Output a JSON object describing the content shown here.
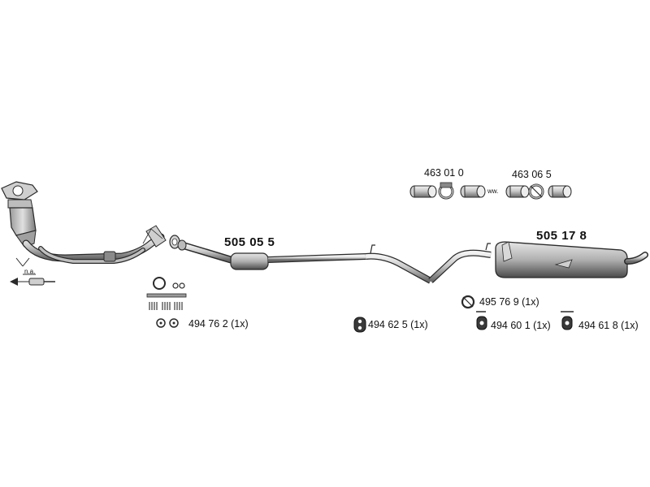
{
  "parts": {
    "main_mid": "505 05 5",
    "main_rear": "505 17 8",
    "clamp_a": "463 01 0",
    "clamp_b": "463 06 5",
    "mount_kit": "494 76 2 (1x)",
    "rubber_mid": "494 62 5 (1x)",
    "clamp_rear": "495 76 9 (1x)",
    "rubber_rear_a": "494 60 1 (1x)",
    "rubber_rear_b": "494 61 8 (1x)"
  },
  "notes": {
    "not_available": "n.a.",
    "ww": "ww."
  },
  "colors": {
    "line": "#2a2a2a",
    "metal_light": "#d9d9d9",
    "metal_mid": "#a8a8a8",
    "metal_dark": "#555555"
  }
}
